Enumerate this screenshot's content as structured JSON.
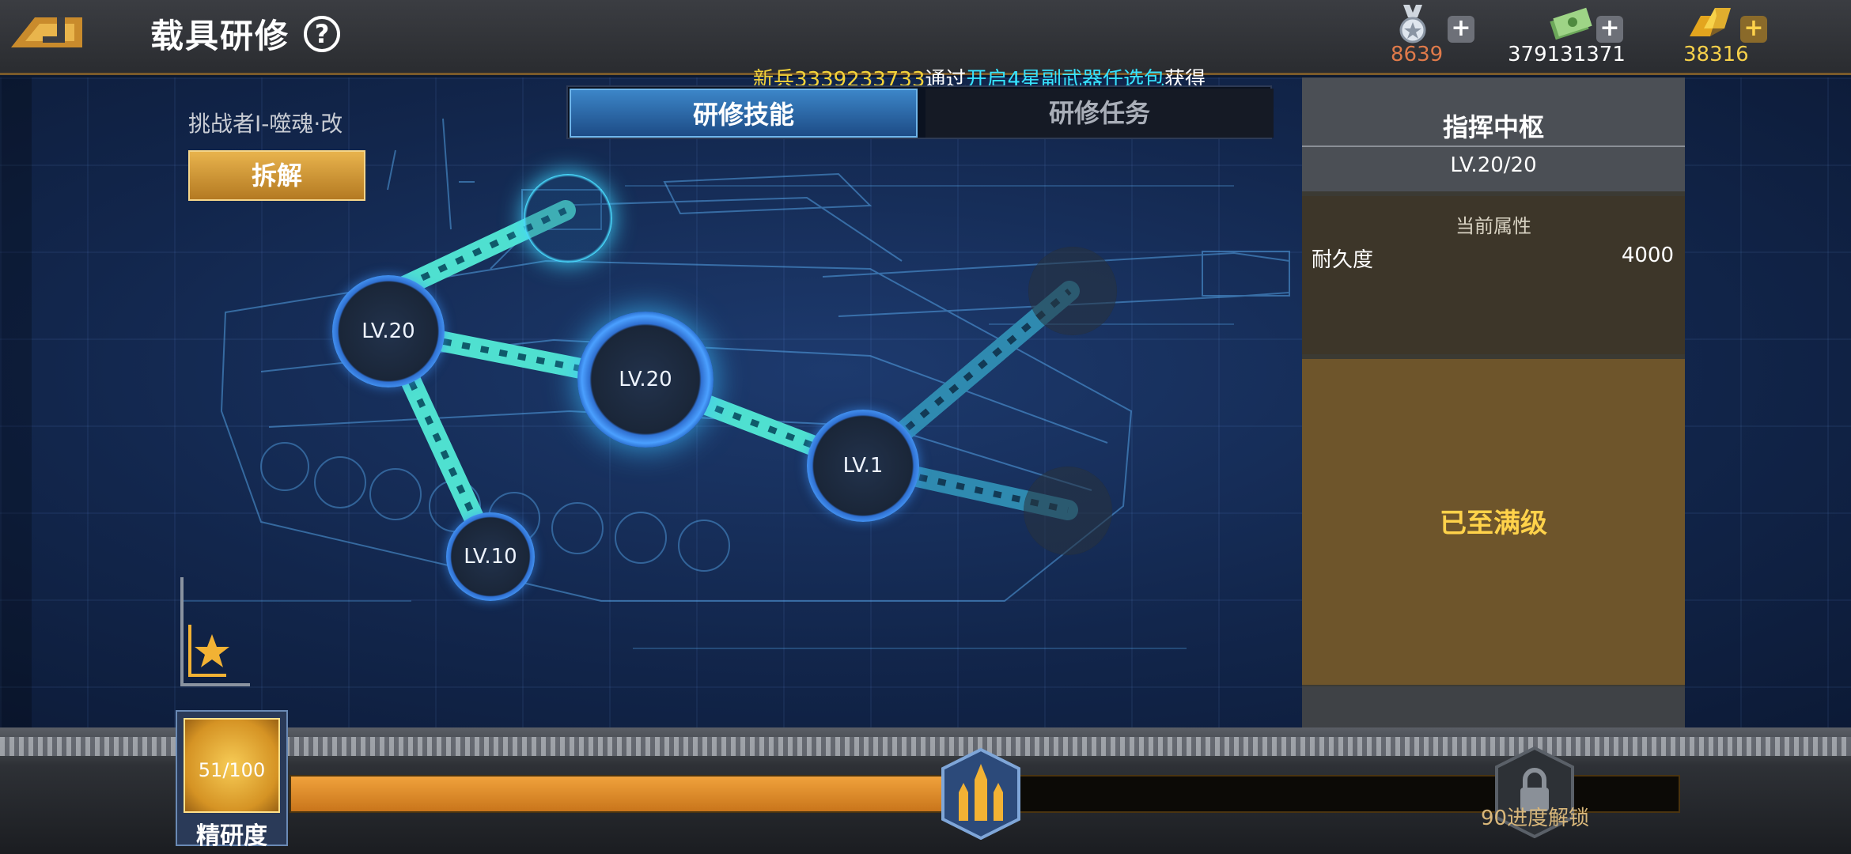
{
  "header": {
    "title": "载具研修",
    "help_glyph": "?"
  },
  "resources": [
    {
      "name": "medal",
      "value": "8639",
      "color": "#e07a4a"
    },
    {
      "name": "cash",
      "value": "379131371",
      "color": "#ffffff"
    },
    {
      "name": "gold",
      "value": "38316",
      "color": "#f6d04a"
    }
  ],
  "plus_glyph": "+",
  "notice": {
    "prefix": "新兵",
    "player": "3339233733",
    "mid": "通过",
    "item": "开启4星副武器任选包",
    "suffix": "获得"
  },
  "tabs": [
    {
      "label": "研修技能",
      "active": true
    },
    {
      "label": "研修任务",
      "active": false
    }
  ],
  "vehicle": {
    "name": "挑战者I-噬魂·改",
    "dismantle_label": "拆解"
  },
  "nodes": [
    {
      "label": "",
      "state": "active-top"
    },
    {
      "label": "LV.20",
      "state": "lv"
    },
    {
      "label": "LV.20",
      "state": "selected"
    },
    {
      "label": "LV.10",
      "state": "lv"
    },
    {
      "label": "LV.1",
      "state": "lv"
    },
    {
      "label": "",
      "state": "locked"
    },
    {
      "label": "",
      "state": "locked"
    }
  ],
  "panel": {
    "title": "指挥中枢",
    "level": "LV.20/20",
    "attr_title": "当前属性",
    "attr_name": "耐久度",
    "attr_value": "4000",
    "max_text": "已至满级"
  },
  "progress": {
    "value_text": "51/100",
    "fraction": 0.51,
    "label": "精研度",
    "lock_text": "90进度解锁"
  },
  "colors": {
    "accent_blue": "#3c86c8",
    "link_cyan": "#36e3ff",
    "gold": "#ffd24a",
    "progress_orange": "#f0a23c"
  }
}
